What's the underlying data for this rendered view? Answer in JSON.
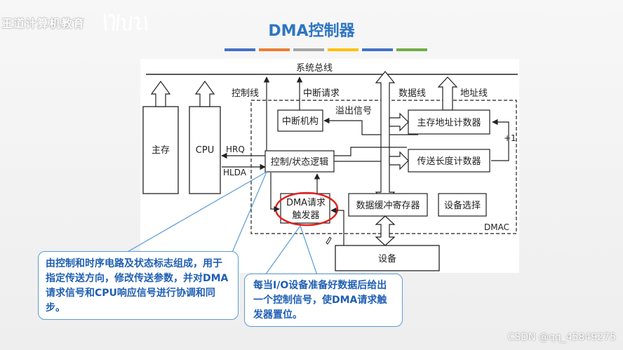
{
  "watermark": "王道计算机教育",
  "title": "DMA控制器",
  "color_bars": [
    "#4472c4",
    "#ed7d31",
    "#a5a5a5",
    "#ffc000",
    "#4472c4",
    "#70ad47"
  ],
  "diagram": {
    "system_bus": "系统总线",
    "main_memory": "主存",
    "cpu": "CPU",
    "hrq": "HRQ",
    "hlda": "HLDA",
    "control_line": "控制线",
    "interrupt_request": "中断请求",
    "data_line": "数据线",
    "address_line": "地址线",
    "overflow_signal": "溢出信号",
    "interrupt_mechanism": "中断机构",
    "main_address_counter": "主存地址计数器",
    "transfer_length_counter": "传送长度计数器",
    "plus_one": "+1",
    "control_logic": "控制/状态逻辑",
    "dma_trigger_line1": "DMA请求",
    "dma_trigger_line2": "触发器",
    "data_buffer": "数据缓冲寄存器",
    "device_select": "设备选择",
    "dmac": "DMAC",
    "device": "设备"
  },
  "callouts": {
    "control_logic_note": "由控制和时序电路及状态标志组成，用于指定传送方向，修改传送参数，并对DMA请求信号和CPU响应信号进行协调和同步。",
    "trigger_note": "每当I/O设备准备好数据后给出一个控制信号，使DMA请求触发器置位。"
  },
  "footer": "CSDN @qq_45849275"
}
